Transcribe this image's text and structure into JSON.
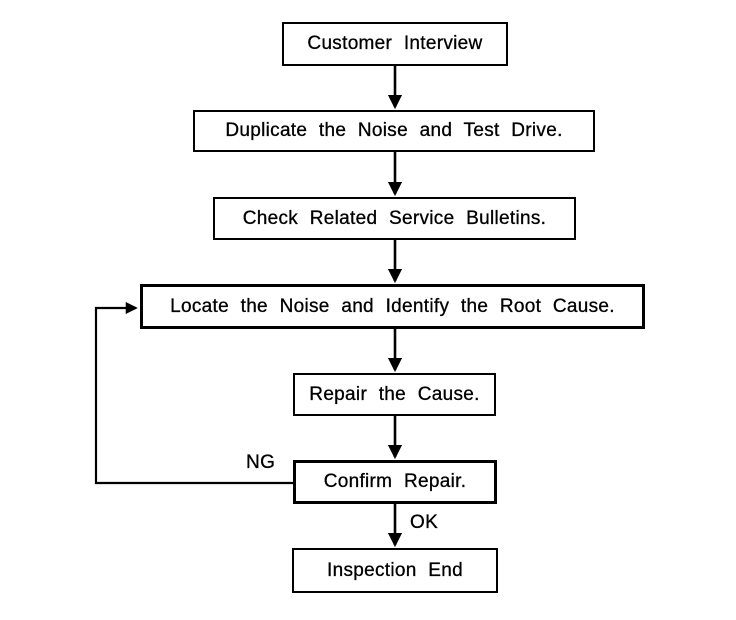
{
  "flowchart": {
    "nodes": [
      {
        "label": "Customer Interview"
      },
      {
        "label": "Duplicate the Noise and Test Drive."
      },
      {
        "label": "Check Related Service Bulletins."
      },
      {
        "label": "Locate the Noise and Identify the Root Cause."
      },
      {
        "label": "Repair the Cause."
      },
      {
        "label": "Confirm Repair."
      },
      {
        "label": "Inspection End"
      }
    ],
    "edges": [
      {
        "from": "Customer Interview",
        "to": "Duplicate the Noise and Test Drive.",
        "label": ""
      },
      {
        "from": "Duplicate the Noise and Test Drive.",
        "to": "Check Related Service Bulletins.",
        "label": ""
      },
      {
        "from": "Check Related Service Bulletins.",
        "to": "Locate the Noise and Identify the Root Cause.",
        "label": ""
      },
      {
        "from": "Locate the Noise and Identify the Root Cause.",
        "to": "Repair the Cause.",
        "label": ""
      },
      {
        "from": "Repair the Cause.",
        "to": "Confirm Repair.",
        "label": ""
      },
      {
        "from": "Confirm Repair.",
        "to": "Inspection End",
        "label": "OK"
      },
      {
        "from": "Confirm Repair.",
        "to": "Locate the Noise and Identify the Root Cause.",
        "label": "NG"
      }
    ],
    "edge_labels": {
      "ng": "NG",
      "ok": "OK"
    },
    "colors": {
      "line": "#000000",
      "box_border": "#000000",
      "background": "#ffffff",
      "text": "#000000"
    }
  }
}
